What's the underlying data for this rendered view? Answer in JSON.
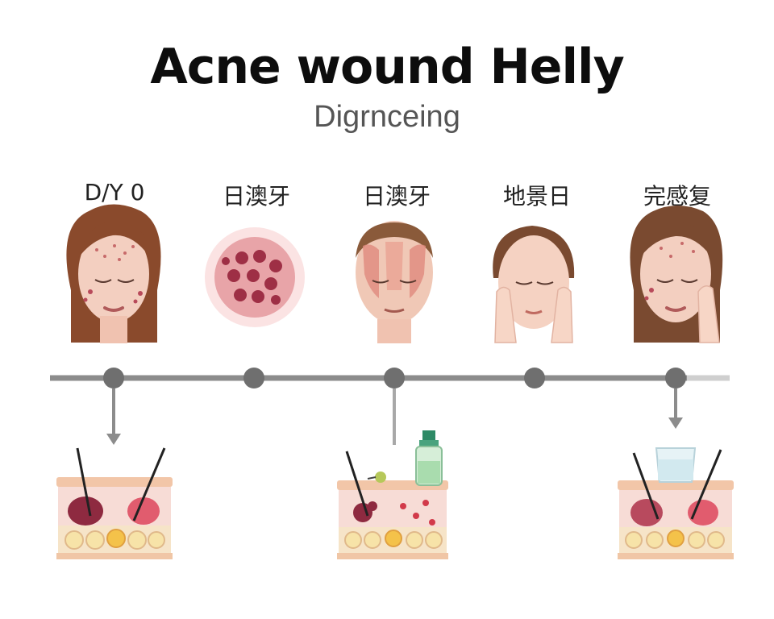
{
  "title": "Acne wound Helly",
  "subtitle": "Digrnceing",
  "stages": [
    {
      "label": "D/Y 0"
    },
    {
      "label": "日澳牙"
    },
    {
      "label": "日澳牙"
    },
    {
      "label": "地景日"
    },
    {
      "label": "完感复"
    }
  ],
  "colors": {
    "timeline": "#8c8c8c",
    "node": "#6f6f6f",
    "skin": "#f3cfc0",
    "hair": "#8a4a2c",
    "inflamed": "#c0485a",
    "epidermis": "#f2c6a8",
    "dermis": "#f7dcd6"
  }
}
